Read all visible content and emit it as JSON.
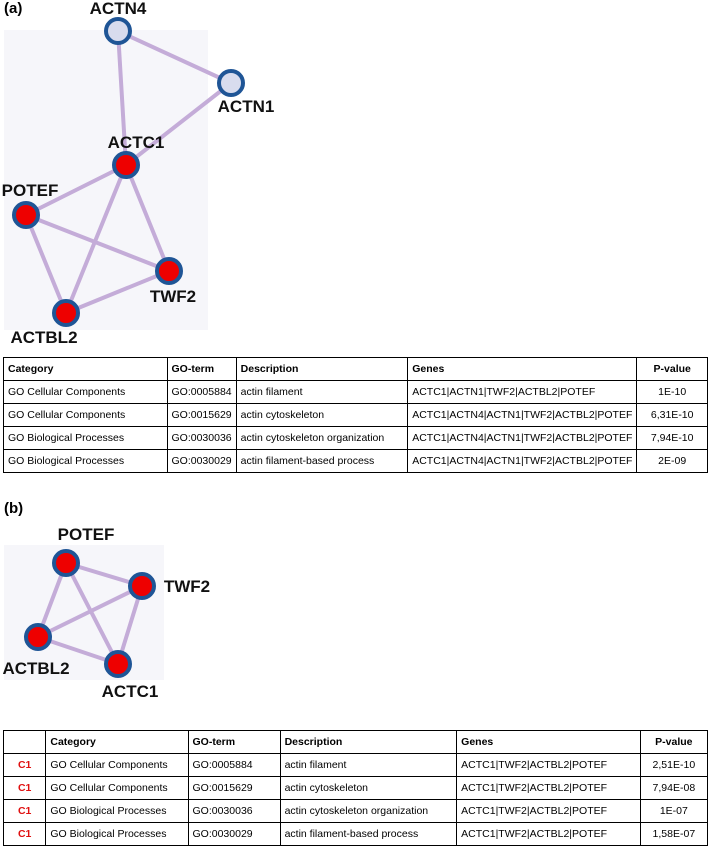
{
  "panel_a": {
    "label": "(a)",
    "nodes": [
      {
        "id": "ACTN4",
        "label": "ACTN4",
        "fill": "#d8dcee"
      },
      {
        "id": "ACTN1",
        "label": "ACTN1",
        "fill": "#d8dcee"
      },
      {
        "id": "ACTC1",
        "label": "ACTC1",
        "fill": "#ee0000"
      },
      {
        "id": "POTEF",
        "label": "POTEF",
        "fill": "#ee0000"
      },
      {
        "id": "TWF2",
        "label": "TWF2",
        "fill": "#ee0000"
      },
      {
        "id": "ACTBL2",
        "label": "ACTBL2",
        "fill": "#ee0000"
      }
    ],
    "edges": [
      [
        "ACTN4",
        "ACTN1"
      ],
      [
        "ACTN4",
        "ACTC1"
      ],
      [
        "ACTN1",
        "ACTC1"
      ],
      [
        "ACTC1",
        "POTEF"
      ],
      [
        "ACTC1",
        "TWF2"
      ],
      [
        "ACTC1",
        "ACTBL2"
      ],
      [
        "POTEF",
        "TWF2"
      ],
      [
        "POTEF",
        "ACTBL2"
      ],
      [
        "TWF2",
        "ACTBL2"
      ]
    ],
    "table": {
      "headers": [
        "Category",
        "GO-term",
        "Description",
        "Genes",
        "P-value"
      ],
      "rows": [
        [
          "GO Cellular Components",
          "GO:0005884",
          "actin filament",
          "ACTC1|ACTN1|TWF2|ACTBL2|POTEF",
          "1E-10"
        ],
        [
          "GO Cellular Components",
          "GO:0015629",
          "actin cytoskeleton",
          "ACTC1|ACTN4|ACTN1|TWF2|ACTBL2|POTEF",
          "6,31E-10"
        ],
        [
          "GO Biological Processes",
          "GO:0030036",
          "actin cytoskeleton organization",
          "ACTC1|ACTN4|ACTN1|TWF2|ACTBL2|POTEF",
          "7,94E-10"
        ],
        [
          "GO Biological Processes",
          "GO:0030029",
          "actin filament-based process",
          "ACTC1|ACTN4|ACTN1|TWF2|ACTBL2|POTEF",
          "2E-09"
        ]
      ]
    }
  },
  "panel_b": {
    "label": "(b)",
    "nodes": [
      {
        "id": "POTEF",
        "label": "POTEF",
        "fill": "#ee0000"
      },
      {
        "id": "TWF2",
        "label": "TWF2",
        "fill": "#ee0000"
      },
      {
        "id": "ACTBL2",
        "label": "ACTBL2",
        "fill": "#ee0000"
      },
      {
        "id": "ACTC1",
        "label": "ACTC1",
        "fill": "#ee0000"
      }
    ],
    "edges": [
      [
        "POTEF",
        "TWF2"
      ],
      [
        "POTEF",
        "ACTBL2"
      ],
      [
        "POTEF",
        "ACTC1"
      ],
      [
        "TWF2",
        "ACTBL2"
      ],
      [
        "TWF2",
        "ACTC1"
      ],
      [
        "ACTBL2",
        "ACTC1"
      ]
    ],
    "table": {
      "headers": [
        "",
        "Category",
        "GO-term",
        "Description",
        "Genes",
        "P-value"
      ],
      "rows": [
        [
          "C1",
          "GO Cellular Components",
          "GO:0005884",
          "actin filament",
          "ACTC1|TWF2|ACTBL2|POTEF",
          "2,51E-10"
        ],
        [
          "C1",
          "GO Cellular Components",
          "GO:0015629",
          "actin cytoskeleton",
          "ACTC1|TWF2|ACTBL2|POTEF",
          "7,94E-08"
        ],
        [
          "C1",
          "GO Biological Processes",
          "GO:0030036",
          "actin cytoskeleton organization",
          "ACTC1|TWF2|ACTBL2|POTEF",
          "1E-07"
        ],
        [
          "C1",
          "GO Biological Processes",
          "GO:0030029",
          "actin filament-based process",
          "ACTC1|TWF2|ACTBL2|POTEF",
          "1,58E-07"
        ]
      ]
    }
  },
  "colors": {
    "edge": "#c4acd8",
    "node_stroke": "#1f5596",
    "network_bg": "#f6f6fa",
    "cluster_label": "#e01010"
  }
}
